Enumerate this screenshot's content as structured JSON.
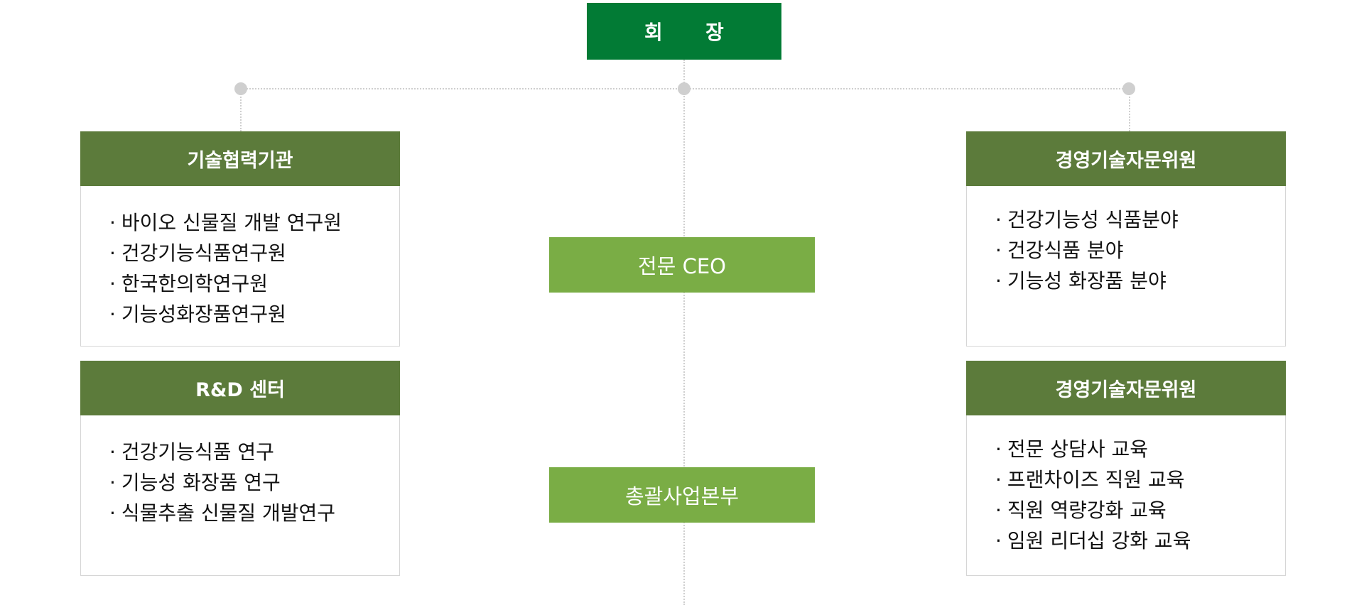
{
  "chairman": {
    "label_left": "회",
    "label_right": "장"
  },
  "center": [
    {
      "label": "전문 CEO"
    },
    {
      "label": "총괄사업본부"
    }
  ],
  "left_cards": [
    {
      "title": "기술협력기관",
      "items": [
        "바이오 신물질 개발 연구원",
        "건강기능식품연구원",
        "한국한의학연구원",
        "기능성화장품연구원"
      ]
    },
    {
      "title": "R&D 센터",
      "items": [
        "건강기능식품 연구",
        "기능성 화장품 연구",
        "식물추출 신물질 개발연구"
      ]
    }
  ],
  "right_cards": [
    {
      "title": "경영기술자문위원",
      "items": [
        "건강기능성 식품분야",
        "건강식품 분야",
        "기능성 화장품 분야"
      ]
    },
    {
      "title": "경영기술자문위원",
      "items": [
        "전문 상담사 교육",
        "프랜차이즈 직원 교육",
        "직원 역량강화 교육",
        "임원 리더십 강화 교육"
      ]
    }
  ],
  "colors": {
    "chairman_bg": "#027b35",
    "center_box_bg": "#7aad45",
    "card_header_bg": "#5c7b3b",
    "connector": "#cfcfcf"
  }
}
